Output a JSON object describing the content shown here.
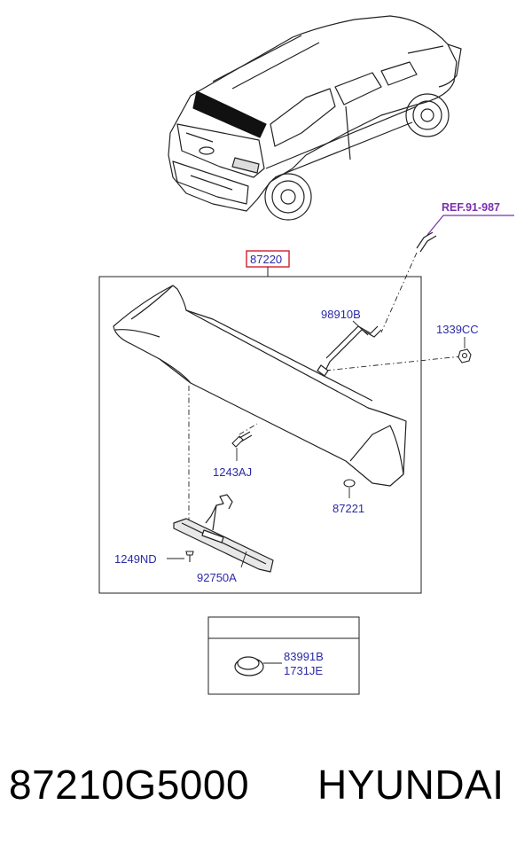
{
  "labels": {
    "ref": "REF.91-987",
    "main_part": "87220",
    "washer_nozzle": "98910B",
    "nut": "1339CC",
    "screw_a": "1243AJ",
    "cap": "87221",
    "screw_b": "1249ND",
    "stop_lamp": "92750A",
    "plug_1": "83991B",
    "plug_2": "1731JE"
  },
  "footer": {
    "part_number": "87210G5000",
    "brand": "HYUNDAI"
  },
  "colors": {
    "label_text": "#2a2aa8",
    "ref_text": "#7a2fb0",
    "highlight_box": "#d0202a",
    "line": "#222222"
  }
}
